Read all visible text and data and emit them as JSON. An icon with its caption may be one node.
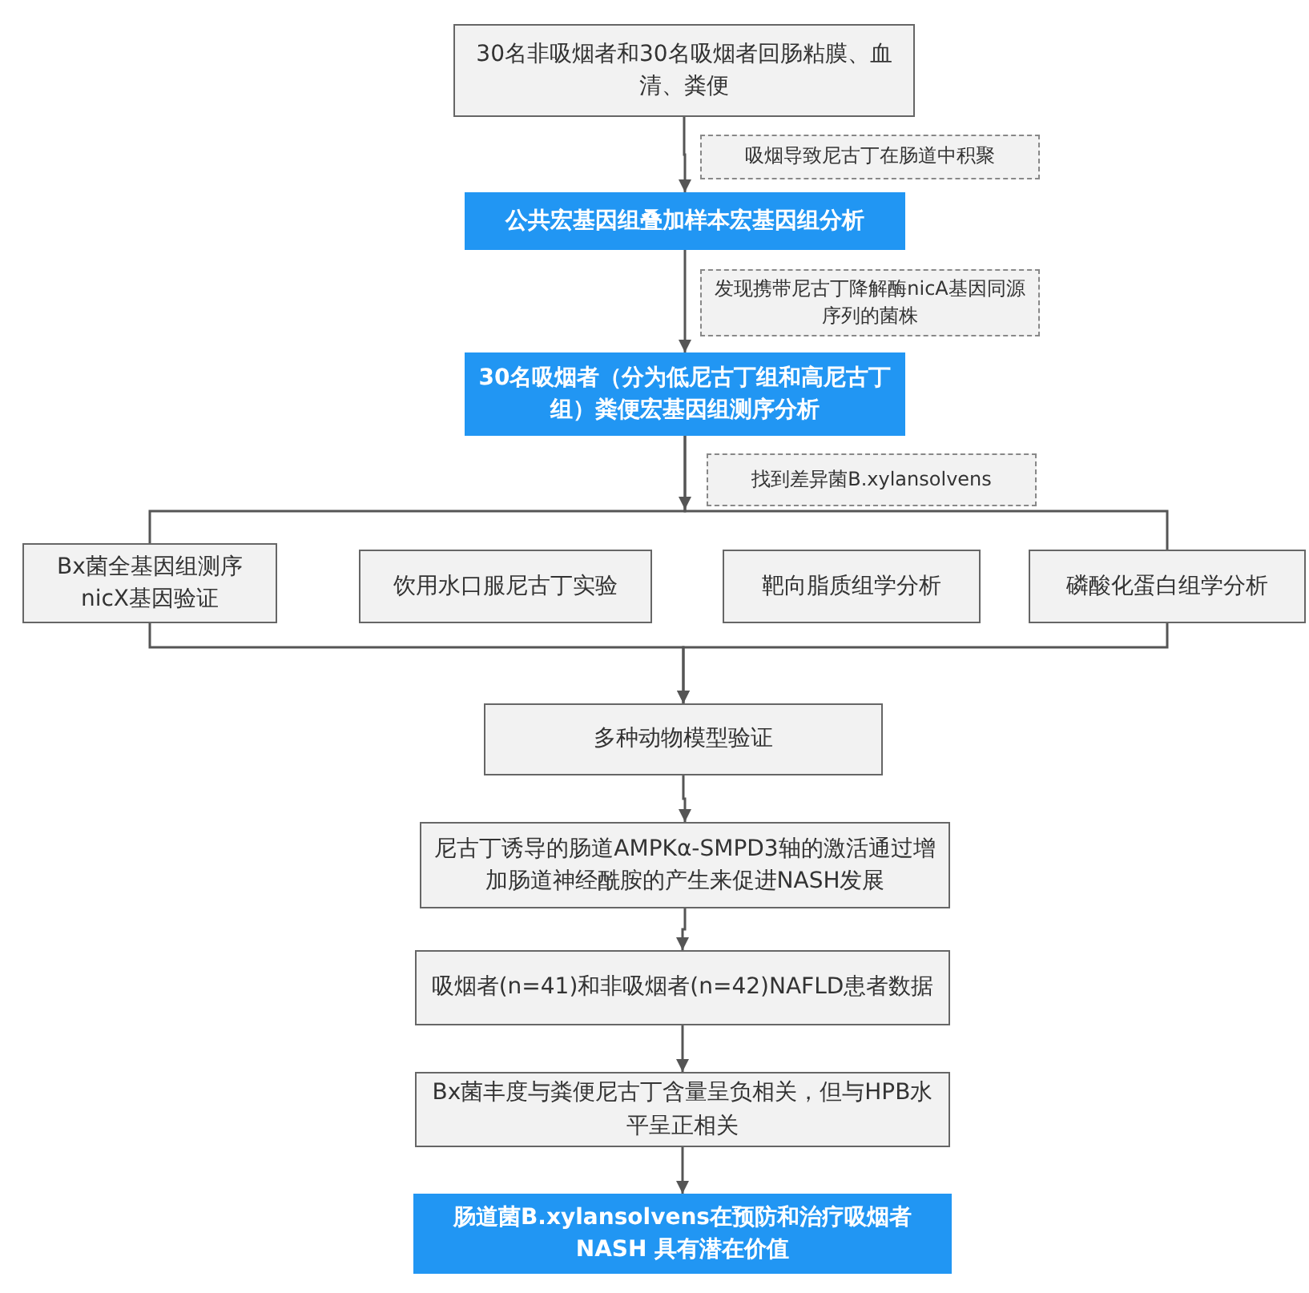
{
  "diagram": {
    "nodes": [
      {
        "text": [
          "30名非吸烟者和30名吸烟者回肠粘膜、血清、粪便"
        ]
      },
      {
        "text": [
          "吸烟导致尼古丁在肠道中积聚"
        ]
      },
      {
        "text": [
          "公共宏基因组叠加样本宏基因组分析"
        ]
      },
      {
        "text": [
          "发现携带尼古丁降解酶nicA基因同源序列的菌株"
        ]
      },
      {
        "text": [
          "30名吸烟者（分为低尼古丁组和高尼古丁组）粪便宏基因组测序分析"
        ]
      },
      {
        "text": [
          "找到差异菌B.xylansolvens"
        ]
      },
      {
        "text": [
          "Bx菌全基因组测序nicX基因验证"
        ]
      },
      {
        "text": [
          "饮用水口服尼古丁实验"
        ]
      },
      {
        "text": [
          "靶向脂质组学分析"
        ]
      },
      {
        "text": [
          "磷酸化蛋白组学分析"
        ]
      },
      {
        "text": [
          "多种动物模型验证"
        ]
      },
      {
        "text": [
          "尼古丁诱导的肠道AMPKα-SMPD3轴的激活通过增加肠道神经酰胺的产生来促进NASH发展"
        ]
      },
      {
        "text": [
          "吸烟者(n=41)和非吸烟者(n=42)NAFLD患者数据"
        ]
      },
      {
        "text": [
          "Bx菌丰度与粪便尼古丁含量呈负相关，但与HPB水平呈正相关"
        ]
      },
      {
        "text": [
          "肠道菌B.xylansolvens在预防和治疗吸烟者NASH 具有潜在价值"
        ]
      }
    ],
    "edges": [
      {
        "from": 0,
        "to": 2,
        "arrow": "to"
      },
      {
        "from": 2,
        "to": 4,
        "arrow": "to"
      },
      {
        "from": 4,
        "to": 6,
        "arrow": "to"
      },
      {
        "from": 4,
        "to": 9,
        "arrow": "to"
      },
      {
        "from": 6,
        "to": 10,
        "arrow": "to"
      },
      {
        "from": 9,
        "to": 10,
        "arrow": "to"
      },
      {
        "from": 10,
        "to": 11,
        "arrow": "to"
      },
      {
        "from": 11,
        "to": 12,
        "arrow": "to"
      },
      {
        "from": 12,
        "to": 13,
        "arrow": "to"
      },
      {
        "from": 13,
        "to": 14,
        "arrow": "to"
      }
    ]
  }
}
